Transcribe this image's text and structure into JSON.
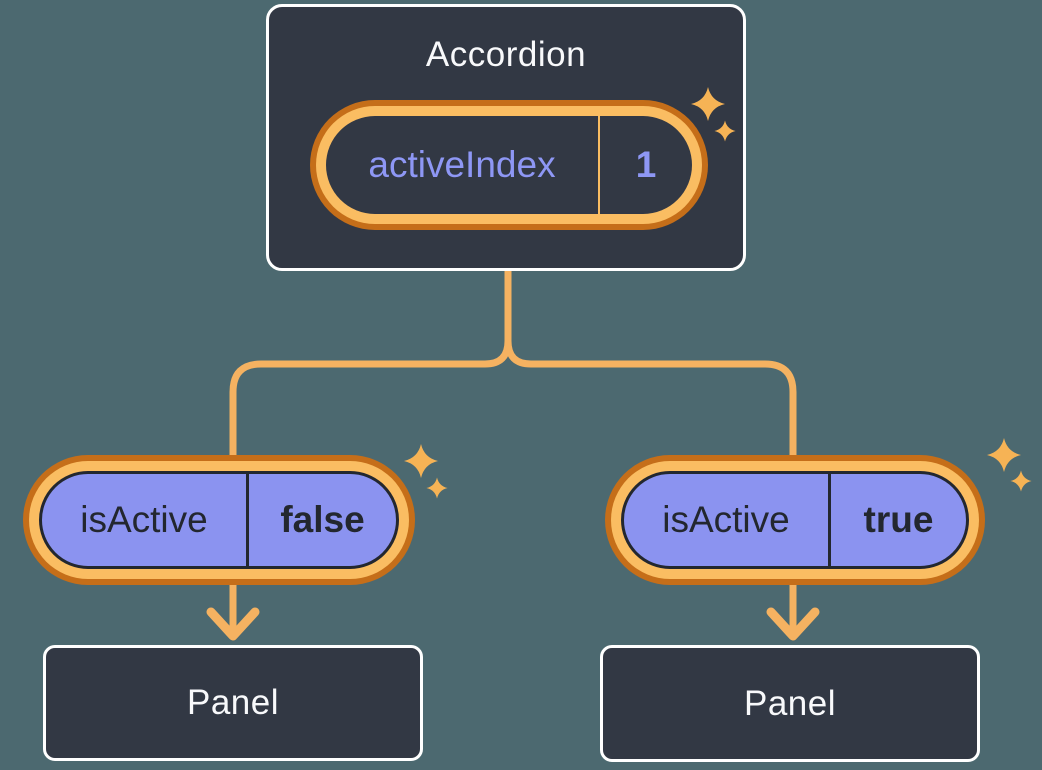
{
  "colors": {
    "background": "#4C6970",
    "card_fill": "#323844",
    "card_border": "#FFFFFF",
    "ring_outer_orange": "#C56E19",
    "ring_inner_orange": "#FABD62",
    "prop_pill_purple": "#8B93F0",
    "connector_orange": "#F5B261",
    "sparkle_gold": "#F6B355",
    "text_light": "#F8F9FB",
    "text_dark": "#23272F",
    "text_purple": "#8E97F5"
  },
  "accordion": {
    "title": "Accordion",
    "state_pill": {
      "name": "activeIndex",
      "value": "1"
    }
  },
  "branches": [
    {
      "prop_pill": {
        "name": "isActive",
        "value": "false"
      },
      "panel_label": "Panel"
    },
    {
      "prop_pill": {
        "name": "isActive",
        "value": "true"
      },
      "panel_label": "Panel"
    }
  ]
}
